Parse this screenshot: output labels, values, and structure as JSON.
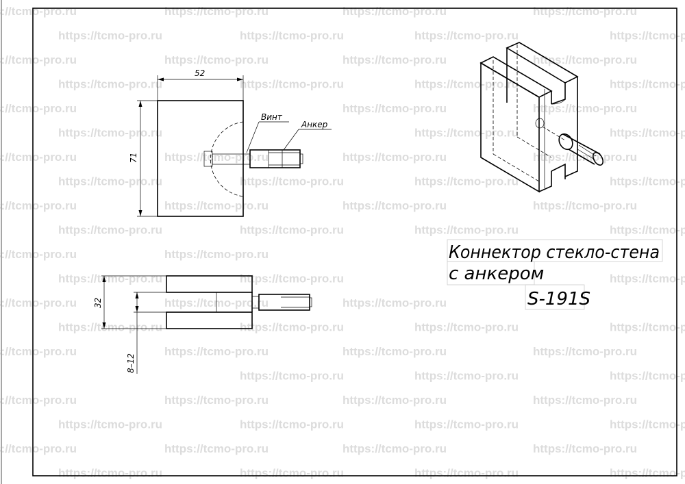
{
  "watermark": "https://tcmo-pro.ru",
  "top_view": {
    "dim_width": "52",
    "dim_height": "71",
    "label_screw": "Винт",
    "label_anchor": "Анкер"
  },
  "side_view": {
    "dim_height": "32",
    "dim_glass": "8–12"
  },
  "title": {
    "line1": "Коннектор стекло-стена",
    "line2": "с анкером",
    "code": "S-191S"
  }
}
